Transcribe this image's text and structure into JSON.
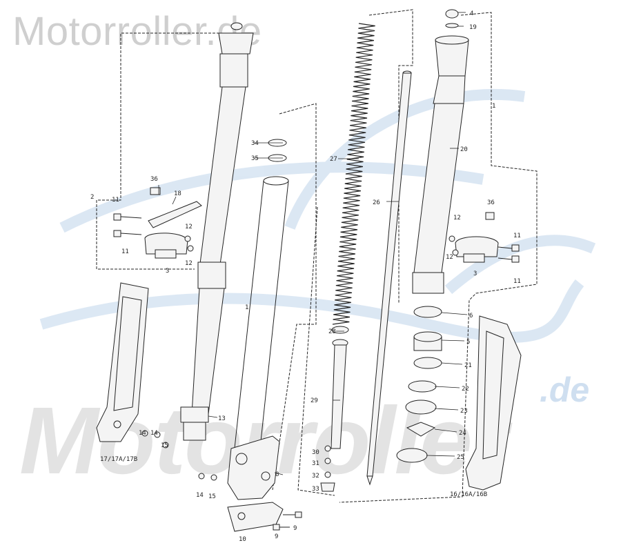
{
  "watermark": {
    "top": "Motorroller.de",
    "big": "Motorroller",
    "suffix": ".de"
  },
  "callouts": {
    "c1_right": "1",
    "c1_center": "1",
    "c2": "2",
    "c3_left": "3",
    "c3_right": "3",
    "c4": "4",
    "c5": "5",
    "c6": "6",
    "c8": "8",
    "c9_a": "9",
    "c9_b": "9",
    "c10": "10",
    "c11_l1": "11",
    "c11_l2": "11",
    "c11_r1": "11",
    "c11_r2": "11",
    "c12_l1": "12",
    "c12_l2": "12",
    "c12_r1": "12",
    "c12_r2": "12",
    "c13": "13",
    "c14_a": "14",
    "c14_b": "14",
    "c14_c": "14",
    "c15_a": "15",
    "c15_b": "15",
    "c16": "16/16A/16B",
    "c17": "17/17A/17B",
    "c18": "18",
    "c19": "19",
    "c20": "20",
    "c21": "21",
    "c22": "22",
    "c23": "23",
    "c24": "24",
    "c25": "25",
    "c26": "26",
    "c27": "27",
    "c28": "28",
    "c29": "29",
    "c30": "30",
    "c31": "31",
    "c32": "32",
    "c33": "33",
    "c34": "34",
    "c35": "35",
    "c36_l": "36",
    "c36_r": "36"
  },
  "colors": {
    "line": "#222222",
    "part_fill": "#f4f4f4",
    "swoosh": "#c9dbee",
    "watermark_gray": "#cfcfcf"
  }
}
